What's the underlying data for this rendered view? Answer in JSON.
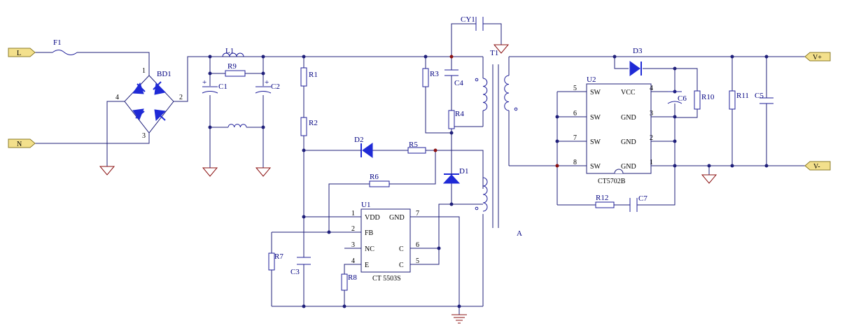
{
  "colors": {
    "wire": "#1f1f7a",
    "component": "#1f1f9a",
    "diode_fill": "#1f2ad6",
    "junction": "#8b1010",
    "port_fill": "#f3e08c",
    "port_stroke": "#8b7b2a"
  },
  "ports": {
    "L": "L",
    "N": "N",
    "vplus": "V+",
    "vminus": "V-"
  },
  "labels": {
    "F1": "F1",
    "BD1": "BD1",
    "L1": "L1",
    "R9": "R9",
    "C1": "C1",
    "C2": "C2",
    "R1": "R1",
    "R2": "R2",
    "C3": "C3",
    "R3": "R3",
    "C4": "C4",
    "R4": "R4",
    "D1": "D1",
    "D2": "D2",
    "R5": "R5",
    "R6": "R6",
    "R7": "R7",
    "R8": "R8",
    "U1": "U1",
    "CY1": "CY1",
    "T1": "T1",
    "A": "A",
    "U2": "U2",
    "D3": "D3",
    "C6": "C6",
    "R10": "R10",
    "R11": "R11",
    "C5": "C5",
    "R12": "R12",
    "C7": "C7"
  },
  "polarity": {
    "plus": "+"
  },
  "bd1_pins": {
    "p1": "1",
    "p2": "2",
    "p3": "3",
    "p4": "4"
  },
  "u1": {
    "part": "CT 5503S",
    "left_pins": [
      {
        "num": "1",
        "name": "VDD"
      },
      {
        "num": "2",
        "name": "FB"
      },
      {
        "num": "3",
        "name": "NC"
      },
      {
        "num": "4",
        "name": "E"
      }
    ],
    "right_pins": [
      {
        "num": "7",
        "name": "GND"
      },
      {
        "num": "6",
        "name": "C"
      },
      {
        "num": "5",
        "name": "C"
      }
    ]
  },
  "u2": {
    "part": "CT5702B",
    "left_pins": [
      {
        "num": "5",
        "name": "SW"
      },
      {
        "num": "6",
        "name": "SW"
      },
      {
        "num": "7",
        "name": "SW"
      },
      {
        "num": "8",
        "name": "SW"
      }
    ],
    "right_pins": [
      {
        "num": "4",
        "name": "VCC"
      },
      {
        "num": "3",
        "name": "GND"
      },
      {
        "num": "2",
        "name": "GND"
      },
      {
        "num": "1",
        "name": "GND"
      }
    ]
  }
}
